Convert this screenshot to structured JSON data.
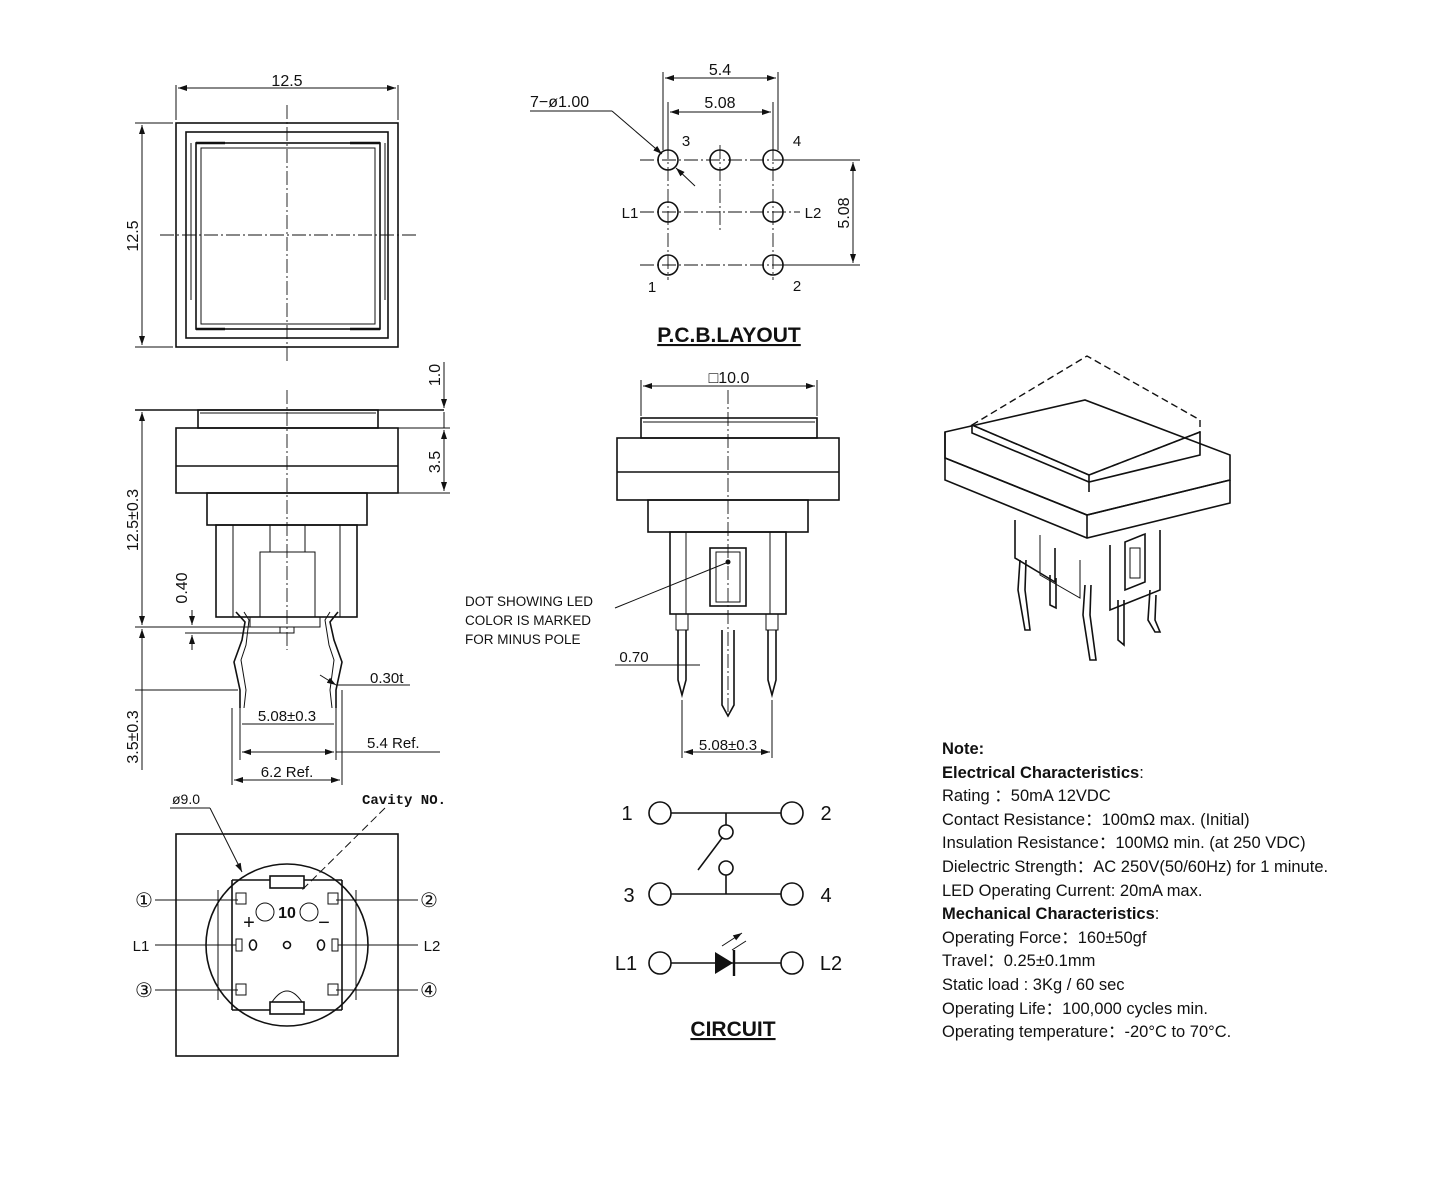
{
  "top_view": {
    "dim_width": "12.5",
    "dim_height": "12.5"
  },
  "side_view": {
    "dim_cap": "1.0",
    "dim_collar": "3.5",
    "dim_height": "12.5±0.3",
    "dim_standoff": "0.40",
    "dim_lead_length": "3.5±0.3",
    "dim_thickness": "0.30t",
    "dim_pitch": "5.08±0.3",
    "dim_ref1": "5.4  Ref.",
    "dim_ref2": "6.2  Ref."
  },
  "bottom_view": {
    "dim_dia": "ø9.0",
    "cavity_label": "Cavity NO.",
    "cavity_number": "10",
    "plus": "+",
    "minus": "−",
    "pin1": "①",
    "pin2": "②",
    "pin3": "③",
    "pin4": "④",
    "pinL1": "L1",
    "pinL2": "L2"
  },
  "pcb": {
    "title": "P.C.B.LAYOUT",
    "dim_holes": "7−ø1.00",
    "dim_outer": "5.4",
    "dim_inner": "5.08",
    "dim_vertical": "5.08",
    "pin3": "3",
    "pin4": "4",
    "pin1": "1",
    "pin2": "2",
    "pinL1": "L1",
    "pinL2": "L2"
  },
  "front_view": {
    "dim_square": "□10.0",
    "dot_note_1": "DOT SHOWING LED",
    "dot_note_2": "COLOR IS MARKED",
    "dot_note_3": "FOR MINUS POLE",
    "dim_lead": "0.70",
    "dim_pitch": "5.08±0.3"
  },
  "circuit": {
    "title": "CIRCUIT",
    "n1": "1",
    "n2": "2",
    "n3": "3",
    "n4": "4",
    "nL1": "L1",
    "nL2": "L2"
  },
  "notes": {
    "heading": "Note:",
    "electrical_heading": "Electrical Characteristics",
    "electrical_colon": ":",
    "rating": "Rating ：50mA 12VDC",
    "contact_resistance": "Contact Resistance：100mΩ max. (Initial)",
    "insulation_resistance": "Insulation Resistance：100MΩ min. (at 250 VDC)",
    "dielectric_strength": "Dielectric Strength：AC 250V(50/60Hz)  for 1 minute.",
    "led_current": "LED Operating Current: 20mA max.",
    "mechanical_heading": "Mechanical Characteristics",
    "mechanical_colon": ":",
    "operating_force": "Operating Force：160±50gf",
    "travel": "Travel：0.25±0.1mm",
    "static_load": "Static load : 3Kg / 60 sec",
    "operating_life": "Operating Life：100,000 cycles min.",
    "operating_temperature": "Operating temperature：-20°C to 70°C."
  }
}
